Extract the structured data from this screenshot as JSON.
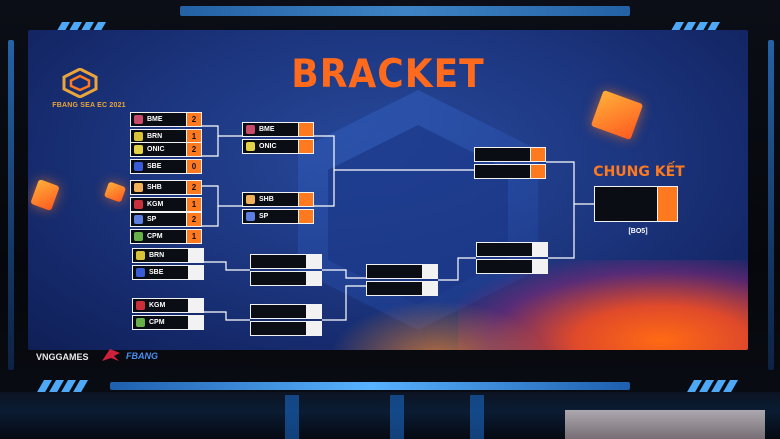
{
  "screen": {
    "title": "BRACKET",
    "event_name": "FBANG SEA EC 2021"
  },
  "upper_round1": [
    {
      "teams": [
        {
          "name": "BME",
          "score": "2",
          "icon": "bme-logo-icon",
          "color": "#c94b6b"
        },
        {
          "name": "BRN",
          "score": "1",
          "icon": "brn-logo-icon",
          "color": "#d8c23a"
        }
      ]
    },
    {
      "teams": [
        {
          "name": "ONIC",
          "score": "2",
          "icon": "onic-logo-icon",
          "color": "#e4d246"
        },
        {
          "name": "SBE",
          "score": "0",
          "icon": "sbe-logo-icon",
          "color": "#3a5bd6"
        }
      ]
    },
    {
      "teams": [
        {
          "name": "SHB",
          "score": "2",
          "icon": "shb-logo-icon",
          "color": "#f1b15b"
        },
        {
          "name": "KGM",
          "score": "1",
          "icon": "kgm-logo-icon",
          "color": "#c9303a"
        }
      ]
    },
    {
      "teams": [
        {
          "name": "SP",
          "score": "2",
          "icon": "sp-logo-icon",
          "color": "#5c7ee0"
        },
        {
          "name": "CPM",
          "score": "1",
          "icon": "cpm-logo-icon",
          "color": "#68b04a"
        }
      ]
    }
  ],
  "upper_round2": [
    {
      "teams": [
        {
          "name": "BME",
          "icon": "bme-logo-icon",
          "color": "#c94b6b"
        },
        {
          "name": "ONIC",
          "icon": "onic-logo-icon",
          "color": "#e4d246"
        }
      ]
    },
    {
      "teams": [
        {
          "name": "SHB",
          "icon": "shb-logo-icon",
          "color": "#f1b15b"
        },
        {
          "name": "SP",
          "icon": "sp-logo-icon",
          "color": "#5c7ee0"
        }
      ]
    }
  ],
  "lower_round1": [
    {
      "teams": [
        {
          "name": "BRN",
          "icon": "brn-logo-icon",
          "color": "#d8c23a"
        },
        {
          "name": "SBE",
          "icon": "sbe-logo-icon",
          "color": "#3a5bd6"
        }
      ]
    },
    {
      "teams": [
        {
          "name": "KGM",
          "icon": "kgm-logo-icon",
          "color": "#c9303a"
        },
        {
          "name": "CPM",
          "icon": "cpm-logo-icon",
          "color": "#68b04a"
        }
      ]
    }
  ],
  "final": {
    "title": "CHUNG KẾT",
    "format": "[BO5]"
  },
  "sponsors": {
    "vng": "VNGGAMES",
    "fbang": "FBANG"
  },
  "colors": {
    "accent": "#ff7a1e",
    "screen_bg": "#1d3781",
    "frame_glow": "#4aa0f0"
  }
}
